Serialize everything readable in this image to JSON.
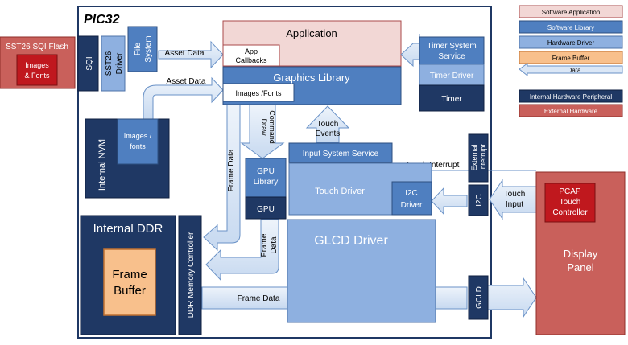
{
  "chip": {
    "title": "PIC32"
  },
  "flash": {
    "title": "SST26 SQI Flash",
    "content": [
      "Images",
      "& Fonts"
    ]
  },
  "blocks": {
    "sqi": "SQI",
    "sst26_driver": [
      "SST26",
      "Driver"
    ],
    "file_system": [
      "File",
      "System"
    ],
    "application": "Application",
    "app_callbacks": [
      "App",
      "Callbacks"
    ],
    "graphics_library": "Graphics Library",
    "images_fonts_lib": "Images /Fonts",
    "timer_system_service": [
      "Timer System",
      "Service"
    ],
    "timer_driver": "Timer Driver",
    "timer": "Timer",
    "internal_nvm": "Internal NVM",
    "nvm_images": [
      "Images /",
      "fonts"
    ],
    "gpu_library": [
      "GPU",
      "Library"
    ],
    "gpu": "GPU",
    "input_system_service": "Input System Service",
    "touch_driver": "Touch Driver",
    "i2c_driver": [
      "I2C",
      "Driver"
    ],
    "external_interrupt": [
      "External",
      "Interrupt"
    ],
    "i2c": "I2C",
    "internal_ddr": "Internal DDR",
    "frame_buffer": [
      "Frame",
      "Buffer"
    ],
    "ddr_memory_controller": "DDR Memory Controller",
    "glcd_driver": "GLCD Driver",
    "gcld": "GCLD",
    "display_panel": [
      "Display",
      "Panel"
    ],
    "pcap_touch_controller": [
      "PCAP",
      "Touch",
      "Controller"
    ]
  },
  "arrows": {
    "asset_data_1": "Asset Data",
    "asset_data_2": "Asset Data",
    "frame_data_vertical": "Frame Data",
    "draw_command": [
      "Draw",
      "Command"
    ],
    "frame_data_stacked": [
      "Frame",
      "Data"
    ],
    "frame_data_bottom": "Frame Data",
    "touch_events": [
      "Touch",
      "Events"
    ],
    "touch_interrupt": "Touch Interrupt",
    "touch_input": [
      "Touch",
      "Input"
    ]
  },
  "legend": {
    "items": [
      {
        "label": "Software Application",
        "fill": "#f2d7d5",
        "stroke": "#a94a4a",
        "text": "#000000"
      },
      {
        "label": "Software Library",
        "fill": "#4f7fc0",
        "stroke": "#2e4f80",
        "text": "#ffffff"
      },
      {
        "label": "Hardware Driver",
        "fill": "#8eb0e0",
        "stroke": "#4f73a8",
        "text": "#000000"
      },
      {
        "label": "Frame Buffer",
        "fill": "#f8c08c",
        "stroke": "#c07030",
        "text": "#000000"
      },
      {
        "label": "Data",
        "fill": "#dbe7f6",
        "stroke": "#6a92c7",
        "text": "#000000"
      },
      {
        "label": "Internal Hardware Peripheral",
        "fill": "#1f3864",
        "stroke": "#0f1f40",
        "text": "#ffffff"
      },
      {
        "label": "External Hardware",
        "fill": "#c9605b",
        "stroke": "#8f2e2a",
        "text": "#ffffff"
      }
    ]
  },
  "colors": {
    "peripheral": "#1f3864",
    "software_library": "#4f7fc0",
    "hardware_driver": "#8eb0e0",
    "application": "#f2d7d5",
    "external_hardware": "#c9605b",
    "frame_buffer": "#f8c08c",
    "data_arrow": "#d5e3f5"
  }
}
